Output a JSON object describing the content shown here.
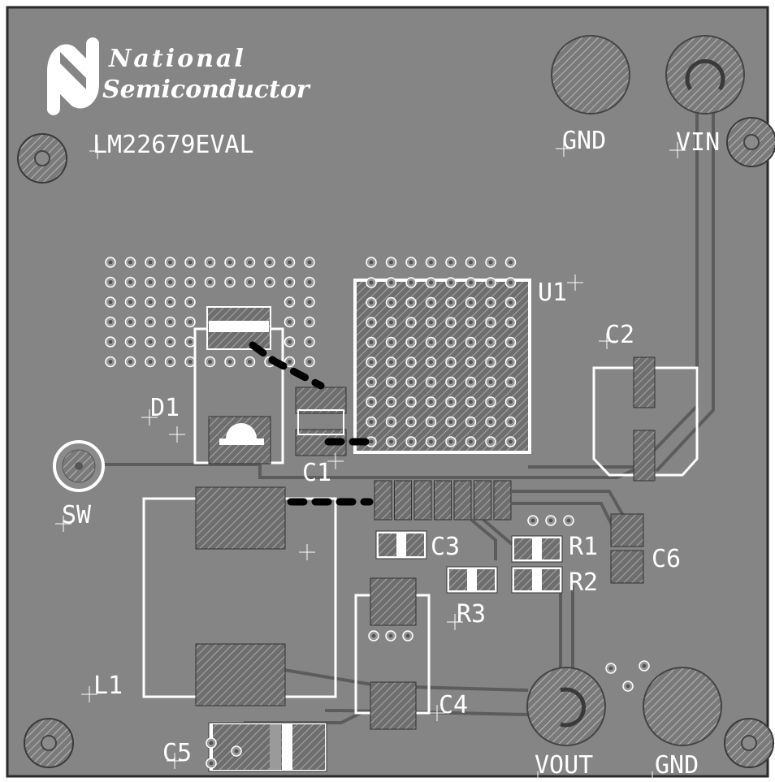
{
  "logo": {
    "line1": "National",
    "line2": "Semiconductor"
  },
  "board": {
    "title": "LM22679EVAL"
  },
  "labels": {
    "gnd_top": "GND",
    "vin": "VIN",
    "u1": "U1",
    "c2": "C2",
    "d1": "D1",
    "c1": "C1",
    "sw": "SW",
    "c3": "C3",
    "r1": "R1",
    "c6": "C6",
    "r2": "R2",
    "r3": "R3",
    "l1": "L1",
    "c4": "C4",
    "c5": "C5",
    "vout": "VOUT",
    "gnd_bottom": "GND"
  },
  "colors": {
    "board": "#858585",
    "board_edge": "#2a2a2a",
    "pad": "#6e6e6e",
    "silkscreen": "#ffffff",
    "trace": "#5c5c5c",
    "jumper": "#000000"
  }
}
